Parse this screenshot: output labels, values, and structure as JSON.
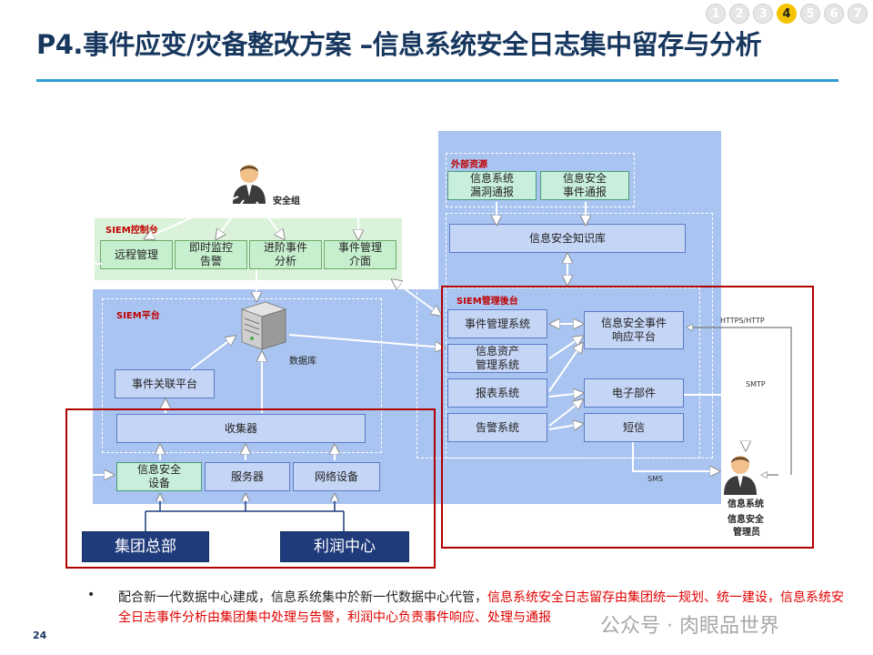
{
  "header": {
    "title": "P4.事件应变/灾备整改方案 –信息系统安全日志集中留存与分析",
    "pages": [
      "1",
      "2",
      "3",
      "4",
      "5",
      "6",
      "7"
    ],
    "active_page": "4"
  },
  "diagram": {
    "actors": {
      "security_group": "安全组",
      "admin_line1": "信息系统",
      "admin_line2": "信息安全",
      "admin_line3": "管理员"
    },
    "siem_console": {
      "label": "SIEM控制台",
      "items": [
        "远程管理",
        "即时监控\n告警",
        "进阶事件\n分析",
        "事件管理\n介面"
      ]
    },
    "siem_platform": {
      "label": "SIEM平台",
      "database": "数据库",
      "correlation": "事件关联平台",
      "collector": "收集器",
      "sources": [
        "信息安全\n设备",
        "服务器",
        "网络设备"
      ]
    },
    "sites": [
      "集团总部",
      "利润中心"
    ],
    "external": {
      "label": "外部资源",
      "items": [
        "信息系统\n漏洞通报",
        "信息安全\n事件通报"
      ],
      "knowledge_base": "信息安全知识库"
    },
    "siem_backend": {
      "label": "SIEM管理後台",
      "left": [
        "事件管理系统",
        "信息资产\n管理系统",
        "报表系统",
        "告警系统"
      ],
      "right": [
        "信息安全事件\n响应平台",
        "电子部件",
        "短信"
      ]
    },
    "protocols": {
      "https": "HTTPS/HTTP",
      "smtp": "SMTP",
      "sms": "SMS"
    }
  },
  "footer": {
    "bullet": "•",
    "text_black": "配合新一代数据中心建成，信息系统集中於新一代数据中心代管，",
    "text_red": "信息系统安全日志留存由集团统一规划、统一建设，信息系统安全日志事件分析由集团集中处理与告警，利润中心负责事件响应、处理与通报",
    "page_number": "24",
    "watermark": "公众号 · 肉眼品世界"
  },
  "colors": {
    "title": "#17375e",
    "rule": "#2f9bd7",
    "region_blue": "#a9c4f0",
    "region_green": "#d9f2d9",
    "frame_red": "#b00000",
    "site_navy": "#1f3b7b"
  }
}
